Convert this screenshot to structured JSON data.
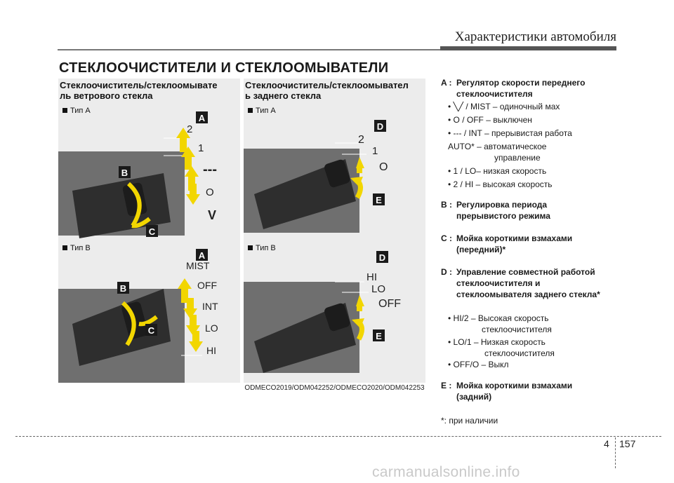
{
  "header": {
    "title": "Характеристики автомобиля"
  },
  "section": {
    "title": "СТЕКЛООЧИСТИТЕЛИ И СТЕКЛООМЫВАТЕЛИ"
  },
  "figures": {
    "left": {
      "caption_line1": "Стеклоочиститель/стеклоомывате",
      "caption_line2": "ль ветрового стекла",
      "type_a": "Тип A",
      "type_b": "Тип B",
      "labels_a": [
        "2",
        "1",
        "---",
        "O",
        "V"
      ],
      "labels_b": [
        "MIST",
        "OFF",
        "INT",
        "LO",
        "HI"
      ]
    },
    "right": {
      "caption_line1": "Стеклоочиститель/стеклоомывател",
      "caption_line2": "ь заднего стекла",
      "type_a": "Тип A",
      "type_b": "Тип B",
      "labels_a": [
        "2",
        "1",
        "O"
      ],
      "labels_b": [
        "HI",
        "LO",
        "OFF"
      ]
    },
    "badges": [
      "A",
      "B",
      "C",
      "D",
      "E"
    ],
    "code": "ODMECO2019/ODM042252/ODMECO2020/ODM042253"
  },
  "entries": {
    "a": {
      "letter": "A :",
      "line1": "Регулятор скорости переднего",
      "line2": "стеклоочистителя",
      "bullets": {
        "mist": "•  ╲╱  / MIST – одиночный мах",
        "off": "• O / OFF – выключен",
        "int": "• --- / INT – прерывистая работа",
        "auto1": "AUTO* – автоматическое",
        "auto2": "управление",
        "lo": "• 1 / LO– низкая скорость",
        "hi": "• 2 / HI – высокая скорость"
      }
    },
    "b": {
      "letter": "B :",
      "line1": "Регулировка периода",
      "line2": "прерывистого режима"
    },
    "c": {
      "letter": "C :",
      "line1": "Мойка короткими взмахами",
      "line2": "(передний)*"
    },
    "d": {
      "letter": "D :",
      "line1": "Управление совместной работой",
      "line2": "стеклоочистителя и",
      "line3": "стеклоомывателя заднего стекла*",
      "bullets": {
        "hi1": "• HI/2 – Высокая скорость",
        "hi2": "стеклоочистителя",
        "lo1": "• LO/1 – Низкая скорость",
        "lo2": "стеклоочистителя",
        "off": "• OFF/O – Выкл"
      }
    },
    "e": {
      "letter": "E :",
      "line1": "Мойка короткими взмахами",
      "line2": "(задний)"
    },
    "note": "*: при наличии"
  },
  "footer": {
    "chapter": "4",
    "page": "157",
    "watermark": "carmanualsonline.info"
  },
  "colors": {
    "badge": "#1a1a1a",
    "arrow": "#f2d600",
    "photo": "#6f6f6f",
    "panel": "#ececec"
  }
}
